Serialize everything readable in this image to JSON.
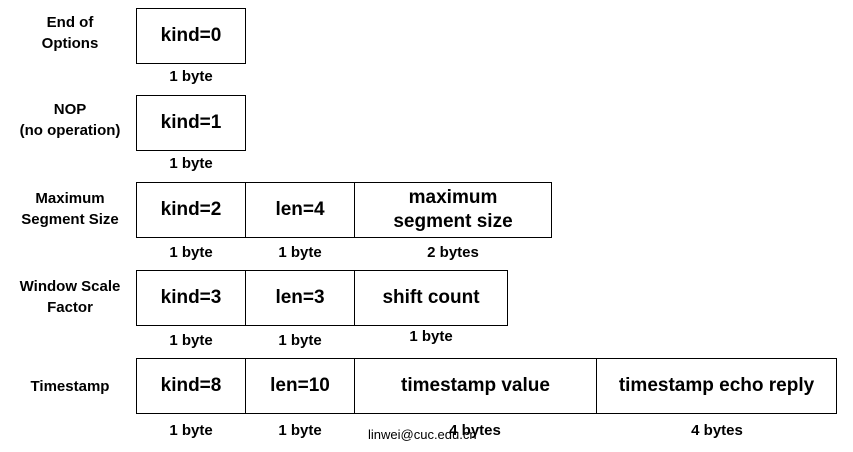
{
  "rows": [
    {
      "label_lines": [
        "End of",
        "Options"
      ],
      "fields": [
        {
          "text": "kind=0",
          "size": "1 byte"
        }
      ]
    },
    {
      "label_lines": [
        "NOP",
        "(no operation)"
      ],
      "fields": [
        {
          "text": "kind=1",
          "size": "1 byte"
        }
      ]
    },
    {
      "label_lines": [
        "Maximum",
        "Segment Size"
      ],
      "fields": [
        {
          "text": "kind=2",
          "size": "1 byte"
        },
        {
          "text": "len=4",
          "size": "1 byte"
        },
        {
          "text": "maximum segment size",
          "text_lines": [
            "maximum",
            "segment size"
          ],
          "size": "2 bytes"
        }
      ]
    },
    {
      "label_lines": [
        "Window Scale",
        "Factor"
      ],
      "fields": [
        {
          "text": "kind=3",
          "size": "1 byte"
        },
        {
          "text": "len=3",
          "size": "1 byte"
        },
        {
          "text": "shift count",
          "size": "1 byte"
        }
      ]
    },
    {
      "label_lines": [
        "Timestamp"
      ],
      "fields": [
        {
          "text": "kind=8",
          "size": "1 byte"
        },
        {
          "text": "len=10",
          "size": "1 byte"
        },
        {
          "text": "timestamp value",
          "size": "4 bytes"
        },
        {
          "text": "timestamp echo reply",
          "size": "4 bytes"
        }
      ]
    }
  ],
  "footer": "linwei@cuc.edu.cn"
}
